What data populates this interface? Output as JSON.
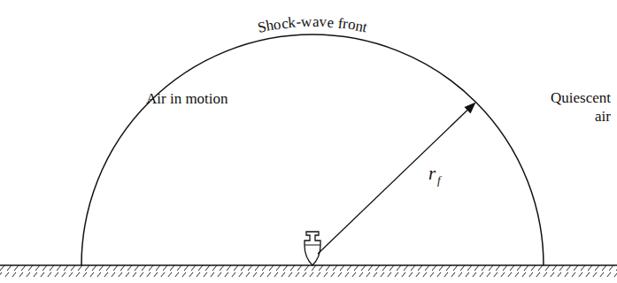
{
  "diagram": {
    "labels": [
      "Shock-wave front",
      "Air in motion",
      "Quiescent air",
      "r",
      "f"
    ]
  }
}
